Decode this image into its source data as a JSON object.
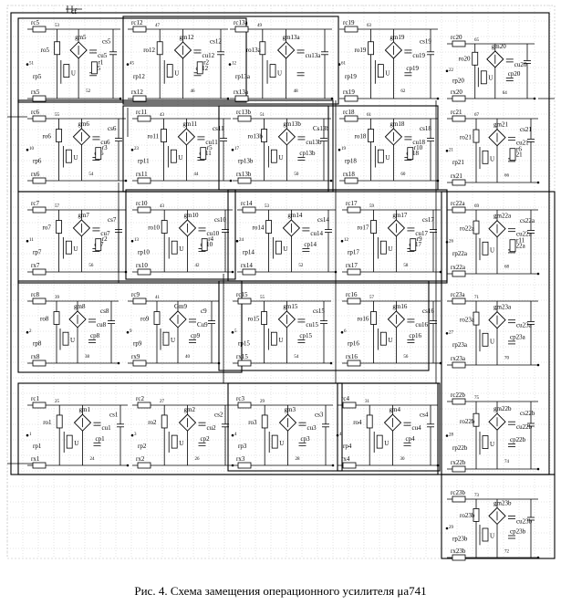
{
  "caption": "Рис. 4. Схема замещения операционного усилителя μa741",
  "feedback_label": "cf",
  "stages": [
    {
      "id": "s5",
      "r_in": "rc5",
      "r_out": "ro5",
      "g": "gm5",
      "c_u": "cu5",
      "c_s": "cs5",
      "r_p": "rp5",
      "c_p": "cp5",
      "r_x": "rx5",
      "r_extra": "r1",
      "n_top": "53",
      "n_in": "51",
      "n_out": "52"
    },
    {
      "id": "s12",
      "r_in": "rc12",
      "r_out": "ro12",
      "g": "gm12",
      "c_u": "cu12",
      "c_s": "cs12",
      "r_p": "rp12",
      "c_p": "cp12",
      "r_x": "rx12",
      "r_extra": "r2",
      "n_top": "47",
      "n_in": "45",
      "n_out": "46"
    },
    {
      "id": "s13a",
      "r_in": "rc13a",
      "r_out": "ro13a",
      "g": "gm13a",
      "c_u": "cu13a",
      "c_s": "",
      "r_p": "rp13a",
      "c_p": "",
      "r_x": "rx13a",
      "r_extra": "",
      "n_top": "49",
      "n_in": "12",
      "n_out": "48"
    },
    {
      "id": "s19",
      "r_in": "rc19",
      "r_out": "ro19",
      "g": "gm19",
      "c_u": "cu19",
      "c_s": "cs19",
      "r_p": "rp19",
      "c_p": "cp19",
      "r_x": "rx19",
      "r_extra": "",
      "n_top": "63",
      "n_in": "61",
      "n_out": "62"
    },
    {
      "id": "s20",
      "r_in": "rc20",
      "r_out": "ro20",
      "g": "gm20",
      "c_u": "cu20",
      "c_s": "",
      "r_p": "rp20",
      "c_p": "cp20",
      "r_x": "rx20",
      "r_extra": "",
      "n_top": "65",
      "n_in": "22",
      "n_out": "64"
    },
    {
      "id": "s6",
      "r_in": "rc6",
      "r_out": "ro6",
      "g": "gm6",
      "c_u": "cu6",
      "c_s": "cs6",
      "r_p": "rp6",
      "c_p": "cp6",
      "r_x": "rx6",
      "r_extra": "r3",
      "n_top": "55",
      "n_in": "10",
      "n_out": "54"
    },
    {
      "id": "s11",
      "r_in": "rc11",
      "r_out": "ro11",
      "g": "gm11",
      "c_u": "cu11",
      "c_s": "cs11",
      "r_p": "rp11",
      "c_p": "cp11",
      "r_x": "rx11",
      "r_extra": "r5",
      "n_top": "43",
      "n_in": "23",
      "n_out": "44"
    },
    {
      "id": "s13b",
      "r_in": "rc13b",
      "r_out": "ro13b",
      "g": "gm13b",
      "c_u": "cu13b",
      "c_s": "Cs13b",
      "r_p": "rp13b",
      "c_p": "cp13b",
      "r_x": "rx13b",
      "r_extra": "",
      "n_top": "51",
      "n_in": "17",
      "n_out": "50"
    },
    {
      "id": "s18",
      "r_in": "rc18",
      "r_out": "ro18",
      "g": "gm18",
      "c_u": "cu18",
      "c_s": "cs18",
      "r_p": "rp18",
      "c_p": "cp18",
      "r_x": "rx18",
      "r_extra": "r10",
      "n_top": "61",
      "n_in": "19",
      "n_out": "60"
    },
    {
      "id": "s21",
      "r_in": "rc21",
      "r_out": "ro21",
      "g": "gm21",
      "c_u": "cu21",
      "c_s": "cs21",
      "r_p": "rp21",
      "c_p": "cp21",
      "r_x": "rx21",
      "r_extra": "r6",
      "n_top": "67",
      "n_in": "21",
      "n_out": "66"
    },
    {
      "id": "s7",
      "r_in": "rc7",
      "r_out": "ro7",
      "g": "gm7",
      "c_u": "cu7",
      "c_s": "cs7",
      "r_p": "rp7",
      "c_p": "cp7",
      "r_x": "rx7",
      "r_extra": "r2",
      "n_top": "57",
      "n_in": "11",
      "n_out": "56"
    },
    {
      "id": "s10",
      "r_in": "rc10",
      "r_out": "ro10",
      "g": "gm10",
      "c_u": "cu10",
      "c_s": "cs10",
      "r_p": "rp10",
      "c_p": "cp10",
      "r_x": "rx10",
      "r_extra": "r4",
      "n_top": "43",
      "n_in": "13",
      "n_out": "42"
    },
    {
      "id": "s14",
      "r_in": "rc14",
      "r_out": "ro14",
      "g": "gm14",
      "c_u": "cu14",
      "c_s": "cs14",
      "r_p": "rp14",
      "c_p": "cp14",
      "r_x": "rx14",
      "r_extra": "",
      "n_top": "53",
      "n_in": "24",
      "n_out": "52"
    },
    {
      "id": "s17",
      "r_in": "rc17",
      "r_out": "ro17",
      "g": "gm17",
      "c_u": "cu17",
      "c_s": "cs17",
      "r_p": "rp17",
      "c_p": "cp17",
      "r_x": "rx17",
      "r_extra": "r9",
      "n_top": "59",
      "n_in": "12",
      "n_out": "58"
    },
    {
      "id": "s22a",
      "r_in": "rc22a",
      "r_out": "ro22a",
      "g": "gm22a",
      "c_u": "cu22a",
      "c_s": "cs22a",
      "r_p": "rp22a",
      "c_p": "cp22a",
      "r_x": "rx22a",
      "r_extra": "r11",
      "n_top": "69",
      "n_in": "26",
      "n_out": "68"
    },
    {
      "id": "s8",
      "r_in": "rc8",
      "r_out": "ro8",
      "g": "gm8",
      "c_u": "cu8",
      "c_s": "cs8",
      "r_p": "rp8",
      "c_p": "cp8",
      "r_x": "rx8",
      "r_extra": "",
      "n_top": "39",
      "n_in": "2",
      "n_out": "38"
    },
    {
      "id": "s9",
      "r_in": "rc9",
      "r_out": "ro9",
      "g": "Gm9",
      "c_u": "Cu9",
      "c_s": "c9",
      "r_p": "rp9",
      "c_p": "cp9",
      "r_x": "rx9",
      "r_extra": "",
      "n_top": "41",
      "n_in": "9",
      "n_out": "40"
    },
    {
      "id": "s15",
      "r_in": "rc15",
      "r_out": "ro15",
      "g": "gm15",
      "c_u": "cu15",
      "c_s": "cs15",
      "r_p": "rp15",
      "c_p": "cp15",
      "r_x": "rx15",
      "r_extra": "",
      "n_top": "55",
      "n_in": "5",
      "n_out": "54"
    },
    {
      "id": "s16",
      "r_in": "rc16",
      "r_out": "ro16",
      "g": "gm16",
      "c_u": "cu16",
      "c_s": "cs16",
      "r_p": "rp16",
      "c_p": "cp16",
      "r_x": "rx16",
      "r_extra": "",
      "n_top": "57",
      "n_in": "6",
      "n_out": "56"
    },
    {
      "id": "s23a",
      "r_in": "rc23a",
      "r_out": "ro23a",
      "g": "gm23a",
      "c_u": "cu23a",
      "c_s": "",
      "r_p": "rp23a",
      "c_p": "cp23a",
      "r_x": "rx23a",
      "r_extra": "",
      "n_top": "71",
      "n_in": "27",
      "n_out": "70"
    },
    {
      "id": "s1",
      "r_in": "rc1",
      "r_out": "ro1",
      "g": "gm1",
      "c_u": "cu1",
      "c_s": "cs1",
      "r_p": "rp1",
      "c_p": "cp1",
      "r_x": "rx1",
      "r_extra": "",
      "n_top": "25",
      "n_in": "1",
      "n_out": "24"
    },
    {
      "id": "s2",
      "r_in": "rc2",
      "r_out": "ro2",
      "g": "gm2",
      "c_u": "cu2",
      "c_s": "cs2",
      "r_p": "rp2",
      "c_p": "cp2",
      "r_x": "rx2",
      "r_extra": "",
      "n_top": "27",
      "n_in": "3",
      "n_out": "26"
    },
    {
      "id": "s3",
      "r_in": "rc3",
      "r_out": "ro3",
      "g": "gm3",
      "c_u": "cu3",
      "c_s": "cs3",
      "r_p": "rp3",
      "c_p": "cp3",
      "r_x": "rx3",
      "r_extra": "",
      "n_top": "29",
      "n_in": "4",
      "n_out": "28"
    },
    {
      "id": "s4",
      "r_in": "rc4",
      "r_out": "ro4",
      "g": "gm4",
      "c_u": "cu4",
      "c_s": "cs4",
      "r_p": "rp4",
      "c_p": "cp4",
      "r_x": "rx4",
      "r_extra": "",
      "n_top": "31",
      "n_in": "4",
      "n_out": "30"
    },
    {
      "id": "s22b",
      "r_in": "rc22b",
      "r_out": "ro22b",
      "g": "gm22b",
      "c_u": "cu22b",
      "c_s": "cs22b",
      "r_p": "rp22b",
      "c_p": "cp22b",
      "r_x": "rx22b",
      "r_extra": "",
      "n_top": "75",
      "n_in": "28",
      "n_out": "74"
    },
    {
      "id": "s23b",
      "r_in": "rc23b",
      "r_out": "ro23b",
      "g": "gm23b",
      "c_u": "cu23b",
      "c_s": "",
      "r_p": "rp23b",
      "c_p": "cp23b",
      "r_x": "rx23b",
      "r_extra": "",
      "n_top": "73",
      "n_in": "29",
      "n_out": "72"
    }
  ]
}
